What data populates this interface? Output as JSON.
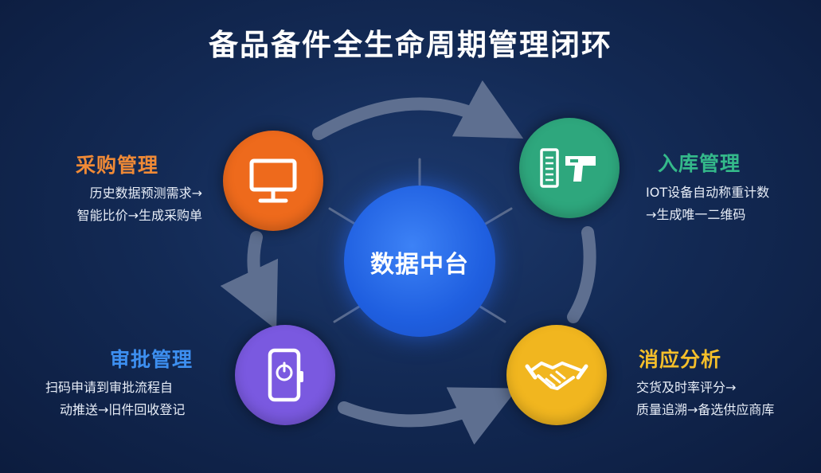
{
  "title": "备品备件全生命周期管理闭环",
  "hub": {
    "label": "数据中台"
  },
  "nodes": [
    {
      "id": "purchase",
      "heading": "采购管理",
      "lines": [
        "历史数据预测需求→",
        "智能比价→生成采购单"
      ],
      "color": "#ee6a1c",
      "heading_color": "#f08a36",
      "icon": "monitor-icon"
    },
    {
      "id": "stockin",
      "heading": "入库管理",
      "lines": [
        "IOT设备自动称重计数",
        "→生成唯一二维码"
      ],
      "color": "#2ea77d",
      "heading_color": "#34b98a",
      "icon": "barcode-scanner-icon"
    },
    {
      "id": "approve",
      "heading": "审批管理",
      "lines": [
        "扫码申请到审批流程自",
        "动推送→旧件回收登记"
      ],
      "color": "#7a59e0",
      "heading_color": "#3d8ff0",
      "icon": "mobile-phone-icon"
    },
    {
      "id": "analysis",
      "heading": "消应分析",
      "lines": [
        "交货及时率评分→",
        "质量追溯→备选供应商库"
      ],
      "color": "#f1b61f",
      "heading_color": "#f5bf2a",
      "icon": "handshake-icon"
    }
  ],
  "colors": {
    "arrow": "#5e6f90",
    "spoke": "#5a6b8c",
    "hub": "#2a6cf0",
    "background": "#132a55"
  }
}
